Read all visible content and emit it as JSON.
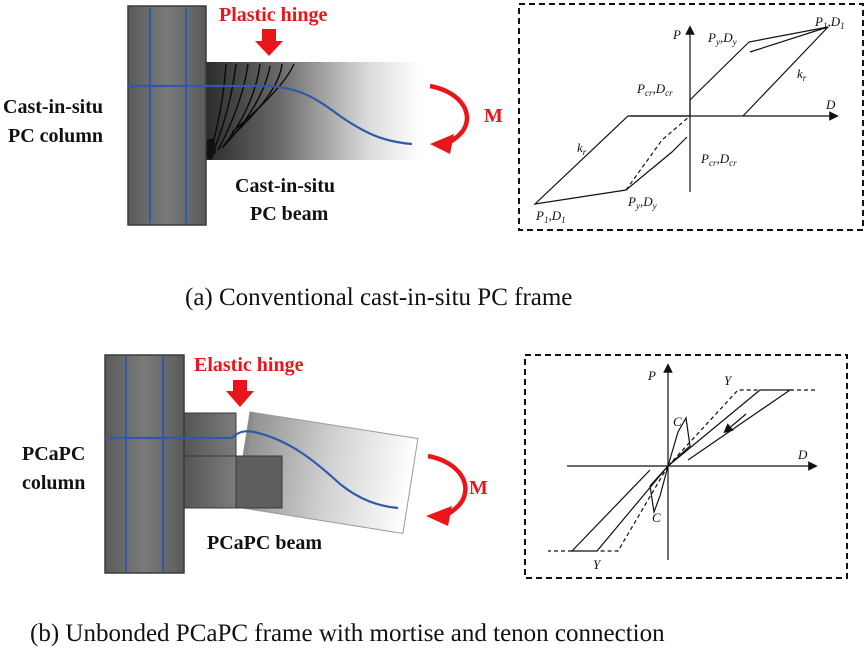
{
  "panel_a": {
    "hinge_label": "Plastic hinge",
    "column_label_line1": "Cast-in-situ",
    "column_label_line2": "PC column",
    "beam_label_line1": "Cast-in-situ",
    "beam_label_line2": "PC beam",
    "moment_label": "M",
    "caption": "(a) Conventional cast-in-situ PC frame",
    "graph": {
      "p_axis": "P",
      "d_axis": "D",
      "p1d1_top_p": "P",
      "p1d1_top_sub": "1",
      "p1d1_top_sep": ",D",
      "p1d1_top_sub2": "1",
      "pydy_top_p": "P",
      "pydy_top_sub": "y",
      "pydy_top_sep": ",D",
      "pydy_top_sub2": "y",
      "pcr_top_p": "P",
      "pcr_top_sub": "cr",
      "pcr_top_sep": ",D",
      "pcr_top_sub2": "cr",
      "kr_right": "k",
      "kr_right_sub": "r",
      "kr_left": "k",
      "kr_left_sub": "r",
      "pcr_bot_p": "P",
      "pcr_bot_sub": "cr",
      "pcr_bot_sep": ",D",
      "pcr_bot_sub2": "cr",
      "pydy_bot_p": "P",
      "pydy_bot_sub": "y",
      "pydy_bot_sep": ",D",
      "pydy_bot_sub2": "y",
      "p1d1_bot_p": "P",
      "p1d1_bot_sub": "1",
      "p1d1_bot_sep": ",D",
      "p1d1_bot_sub2": "1"
    }
  },
  "panel_b": {
    "hinge_label": "Elastic hinge",
    "column_label_line1": "PCaPC",
    "column_label_line2": "column",
    "beam_label": "PCaPC beam",
    "moment_label": "M",
    "caption": "(b) Unbonded PCaPC frame with mortise and tenon connection",
    "graph": {
      "p_axis": "P",
      "d_axis": "D",
      "c_top": "C",
      "y_top": "Y",
      "c_bot": "C",
      "y_bot": "Y"
    }
  },
  "colors": {
    "hinge_red": "#e8161b",
    "tendon_blue": "#2f5aa8",
    "column_gray": "#6b6b6b"
  }
}
